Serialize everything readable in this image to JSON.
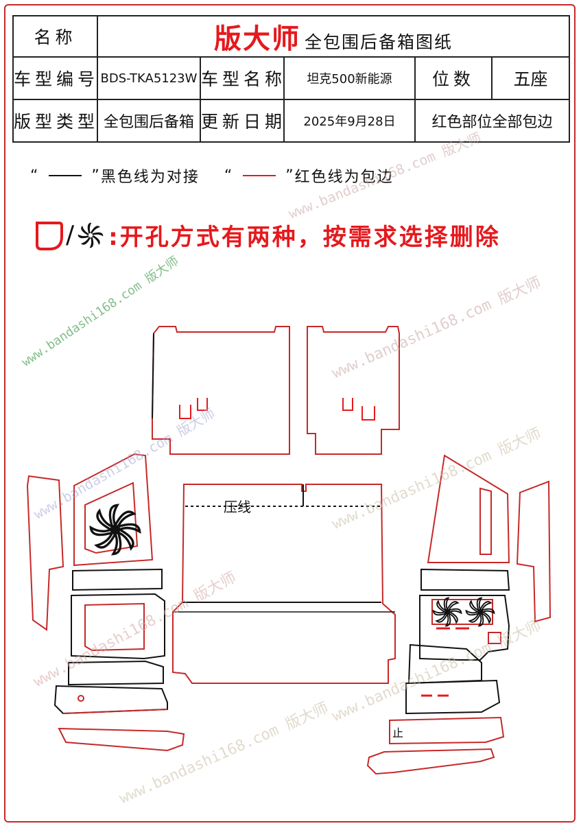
{
  "table": {
    "name_label": "名称",
    "brand": "版大师",
    "title_rest": "全包围后备箱图纸",
    "model_code_label": "车型编号",
    "model_code": "BDS-TKA5123W",
    "model_name_label": "车型名称",
    "model_name": "坦克500新能源",
    "seats_label": "位数",
    "seats": "五座",
    "layout_type_label": "版型类型",
    "layout_type": "全包围后备箱",
    "update_label": "更新日期",
    "update_date": "2025年9月28日",
    "edge_note": "红色部位全部包边"
  },
  "legend": {
    "quote_open": "“",
    "quote_close": "”",
    "black_text": "黑色线为对接",
    "red_text": "红色线为包边"
  },
  "holes": {
    "sep": "/",
    "text": ":开孔方式有两种，按需求选择删除"
  },
  "parts": {
    "crease_label": "压线",
    "right_small_label": "止"
  },
  "watermark": {
    "url": "www.bandashi168.com",
    "brand": "版大师"
  },
  "colors": {
    "edge_red": "#e5191d",
    "line_black": "#111111",
    "frame_red": "#c62828"
  }
}
